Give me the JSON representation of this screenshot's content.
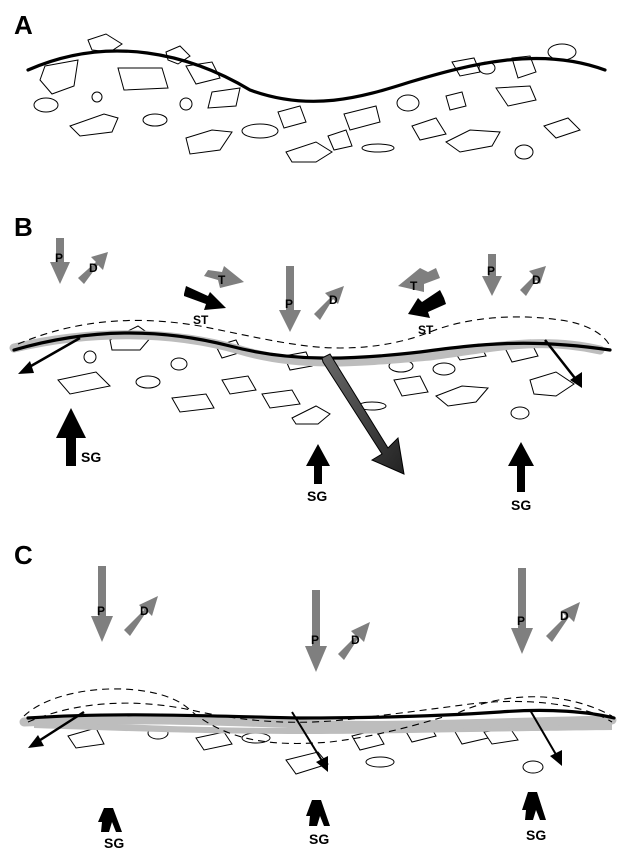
{
  "panels": [
    {
      "letter": "A"
    },
    {
      "letter": "B",
      "labels": {
        "P": "P",
        "D": "D",
        "T": "T",
        "ST": "ST",
        "SG": "SG"
      }
    },
    {
      "letter": "C",
      "labels": {
        "P": "P",
        "D": "D",
        "SG": "SG"
      }
    }
  ],
  "colors": {
    "ink": "#000000",
    "gray_arrow": "#7f7f7f",
    "dark_arrow": "#333333",
    "gray_band": "#bdbdbd"
  }
}
